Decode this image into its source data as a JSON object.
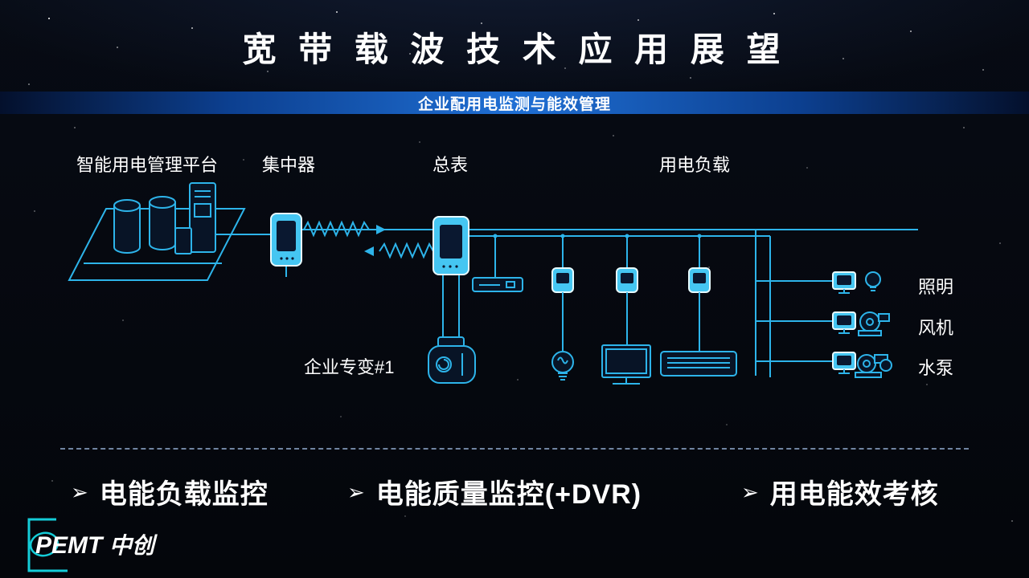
{
  "slide": {
    "title": "宽 带 载 波 技 术 应 用 展 望",
    "banner": "企业配用电监测与能效管理"
  },
  "diagram": {
    "labels": {
      "platform": "智能用电管理平台",
      "concentrator": "集中器",
      "main_meter": "总表",
      "load": "用电负载",
      "transformer": "企业专变#1",
      "lighting": "照明",
      "fan": "风机",
      "pump": "水泵"
    },
    "accent_color": "#2db4ea"
  },
  "bullets": [
    {
      "marker": "➢",
      "label": "电能负载监控"
    },
    {
      "marker": "➢",
      "label": "电能质量监控(+DVR)"
    },
    {
      "marker": "➢",
      "label": "用电能效考核"
    }
  ],
  "logo": {
    "brand": "PEMT",
    "suffix": "中创"
  }
}
